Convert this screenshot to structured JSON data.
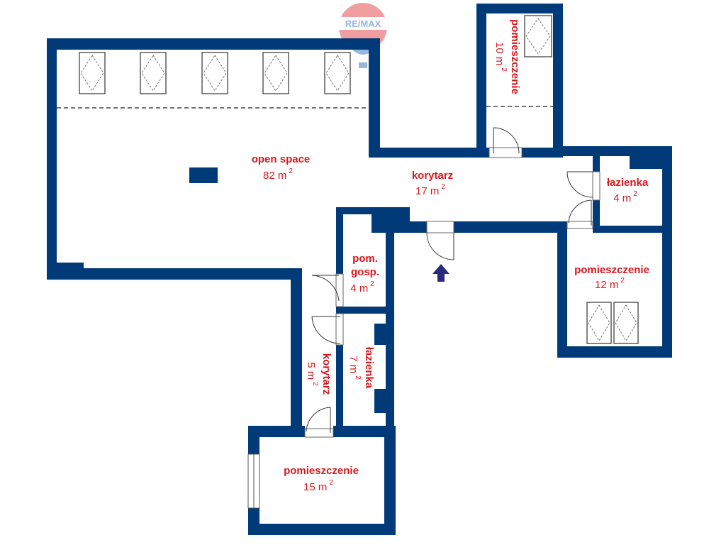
{
  "logo": {
    "text": "RE/MAX",
    "colors": {
      "red": "#e02a2f",
      "blue": "#1a5fb4"
    }
  },
  "colors": {
    "wall": "#003a78",
    "label": "#d9161c",
    "entrance_arrow": "#2a2a7a"
  },
  "rooms": {
    "open_space": {
      "name": "open space",
      "area": "82 m",
      "unit_sup": "2"
    },
    "korytarz_main": {
      "name": "korytarz",
      "area": "17 m",
      "unit_sup": "2"
    },
    "pomieszczenie_top": {
      "name": "pomieszczenie",
      "area": "10 m",
      "unit_sup": "2"
    },
    "lazienka_right": {
      "name": "łazienka",
      "area": "4 m",
      "unit_sup": "2"
    },
    "pomieszczenie_right": {
      "name": "pomieszczenie",
      "area": "12 m",
      "unit_sup": "2"
    },
    "pom_gosp": {
      "name_line1": "pom.",
      "name_line2": "gosp.",
      "area": "4 m",
      "unit_sup": "2"
    },
    "lazienka_mid": {
      "name": "łazienka",
      "area": "7 m",
      "unit_sup": "2"
    },
    "korytarz_small": {
      "name": "korytarz",
      "area": "5 m",
      "unit_sup": "2"
    },
    "pomieszczenie_bottom": {
      "name": "pomieszczenie",
      "area": "15 m",
      "unit_sup": "2"
    }
  },
  "icons": {
    "entrance": "entrance-arrow-icon",
    "logo": "remax-balloon-icon"
  }
}
